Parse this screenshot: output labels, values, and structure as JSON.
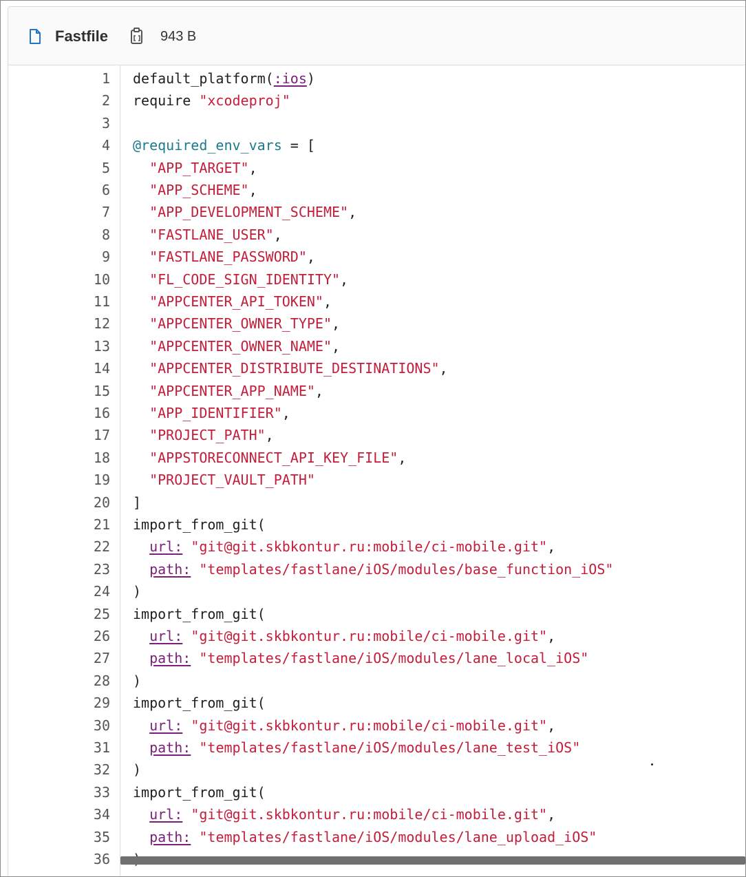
{
  "file": {
    "name": "Fastfile",
    "size": "943 B"
  },
  "code": {
    "lines": [
      [
        {
          "t": "default_platform("
        },
        {
          "t": ":ios",
          "c": "sym"
        },
        {
          "t": ")"
        }
      ],
      [
        {
          "t": "require "
        },
        {
          "t": "\"xcodeproj\"",
          "c": "str"
        }
      ],
      [],
      [
        {
          "t": "@required_env_vars",
          "c": "ivar"
        },
        {
          "t": " = ["
        }
      ],
      [
        {
          "t": "  "
        },
        {
          "t": "\"APP_TARGET\"",
          "c": "str"
        },
        {
          "t": ","
        }
      ],
      [
        {
          "t": "  "
        },
        {
          "t": "\"APP_SCHEME\"",
          "c": "str"
        },
        {
          "t": ","
        }
      ],
      [
        {
          "t": "  "
        },
        {
          "t": "\"APP_DEVELOPMENT_SCHEME\"",
          "c": "str"
        },
        {
          "t": ","
        }
      ],
      [
        {
          "t": "  "
        },
        {
          "t": "\"FASTLANE_USER\"",
          "c": "str"
        },
        {
          "t": ","
        }
      ],
      [
        {
          "t": "  "
        },
        {
          "t": "\"FASTLANE_PASSWORD\"",
          "c": "str"
        },
        {
          "t": ","
        }
      ],
      [
        {
          "t": "  "
        },
        {
          "t": "\"FL_CODE_SIGN_IDENTITY\"",
          "c": "str"
        },
        {
          "t": ","
        }
      ],
      [
        {
          "t": "  "
        },
        {
          "t": "\"APPCENTER_API_TOKEN\"",
          "c": "str"
        },
        {
          "t": ","
        }
      ],
      [
        {
          "t": "  "
        },
        {
          "t": "\"APPCENTER_OWNER_TYPE\"",
          "c": "str"
        },
        {
          "t": ","
        }
      ],
      [
        {
          "t": "  "
        },
        {
          "t": "\"APPCENTER_OWNER_NAME\"",
          "c": "str"
        },
        {
          "t": ","
        }
      ],
      [
        {
          "t": "  "
        },
        {
          "t": "\"APPCENTER_DISTRIBUTE_DESTINATIONS\"",
          "c": "str"
        },
        {
          "t": ","
        }
      ],
      [
        {
          "t": "  "
        },
        {
          "t": "\"APPCENTER_APP_NAME\"",
          "c": "str"
        },
        {
          "t": ","
        }
      ],
      [
        {
          "t": "  "
        },
        {
          "t": "\"APP_IDENTIFIER\"",
          "c": "str"
        },
        {
          "t": ","
        }
      ],
      [
        {
          "t": "  "
        },
        {
          "t": "\"PROJECT_PATH\"",
          "c": "str"
        },
        {
          "t": ","
        }
      ],
      [
        {
          "t": "  "
        },
        {
          "t": "\"APPSTORECONNECT_API_KEY_FILE\"",
          "c": "str"
        },
        {
          "t": ","
        }
      ],
      [
        {
          "t": "  "
        },
        {
          "t": "\"PROJECT_VAULT_PATH\"",
          "c": "str"
        }
      ],
      [
        {
          "t": "]"
        }
      ],
      [
        {
          "t": "import_from_git("
        }
      ],
      [
        {
          "t": "  "
        },
        {
          "t": "url:",
          "c": "sym"
        },
        {
          "t": " "
        },
        {
          "t": "\"git@git.skbkontur.ru:mobile/ci-mobile.git\"",
          "c": "str"
        },
        {
          "t": ","
        }
      ],
      [
        {
          "t": "  "
        },
        {
          "t": "path:",
          "c": "sym"
        },
        {
          "t": " "
        },
        {
          "t": "\"templates/fastlane/iOS/modules/base_function_iOS\"",
          "c": "str"
        }
      ],
      [
        {
          "t": ")"
        }
      ],
      [
        {
          "t": "import_from_git("
        }
      ],
      [
        {
          "t": "  "
        },
        {
          "t": "url:",
          "c": "sym"
        },
        {
          "t": " "
        },
        {
          "t": "\"git@git.skbkontur.ru:mobile/ci-mobile.git\"",
          "c": "str"
        },
        {
          "t": ","
        }
      ],
      [
        {
          "t": "  "
        },
        {
          "t": "path:",
          "c": "sym"
        },
        {
          "t": " "
        },
        {
          "t": "\"templates/fastlane/iOS/modules/lane_local_iOS\"",
          "c": "str"
        }
      ],
      [
        {
          "t": ")"
        }
      ],
      [
        {
          "t": "import_from_git("
        }
      ],
      [
        {
          "t": "  "
        },
        {
          "t": "url:",
          "c": "sym"
        },
        {
          "t": " "
        },
        {
          "t": "\"git@git.skbkontur.ru:mobile/ci-mobile.git\"",
          "c": "str"
        },
        {
          "t": ","
        }
      ],
      [
        {
          "t": "  "
        },
        {
          "t": "path:",
          "c": "sym"
        },
        {
          "t": " "
        },
        {
          "t": "\"templates/fastlane/iOS/modules/lane_test_iOS\"",
          "c": "str"
        }
      ],
      [
        {
          "t": ")"
        }
      ],
      [
        {
          "t": "import_from_git("
        }
      ],
      [
        {
          "t": "  "
        },
        {
          "t": "url:",
          "c": "sym"
        },
        {
          "t": " "
        },
        {
          "t": "\"git@git.skbkontur.ru:mobile/ci-mobile.git\"",
          "c": "str"
        },
        {
          "t": ","
        }
      ],
      [
        {
          "t": "  "
        },
        {
          "t": "path:",
          "c": "sym"
        },
        {
          "t": " "
        },
        {
          "t": "\"templates/fastlane/iOS/modules/lane_upload_iOS\"",
          "c": "str"
        }
      ],
      [
        {
          "t": ")"
        }
      ]
    ]
  },
  "colors": {
    "string": "#c41d3a",
    "symbol": "#7a1f7a",
    "instance_variable": "#1a7b8c",
    "text": "#1f1f1f",
    "file_icon": "#1f75cb"
  },
  "icons": {
    "file": "file-icon",
    "copy": "copy-to-clipboard-icon"
  }
}
